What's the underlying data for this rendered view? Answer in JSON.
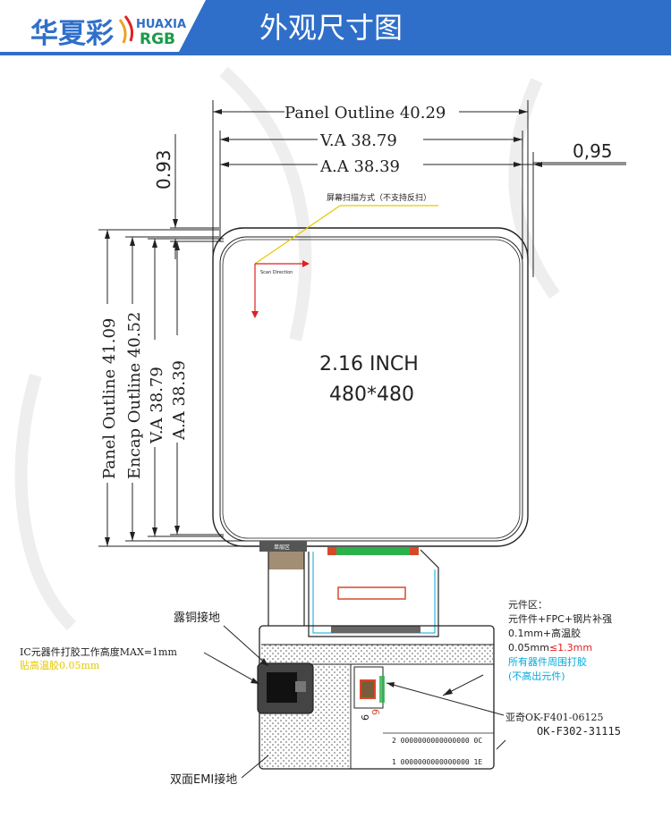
{
  "header": {
    "logo_cn": "华夏彩",
    "logo_en_top": "HUAXIA",
    "logo_en_bottom": "RGB",
    "title": "外观尺寸图",
    "brand_color": "#2f6fc9",
    "logo_green": "#1a9a48"
  },
  "dimensions": {
    "panel_outline_w": "Panel Outline 40.29",
    "va_w": "V.A 38.79",
    "aa_w": "A.A 38.39",
    "top_gap": "0.93",
    "side_gap": "0,95",
    "panel_outline_h": "Panel Outline 41.09",
    "encap_outline_h": "Encap Outline 40.52",
    "va_h": "V.A 38.79",
    "aa_h": "A.A 38.39"
  },
  "screen": {
    "size": "2.16 INCH",
    "resolution": "480*480",
    "scan_note": "屏幕扫描方式（不支持反扫）",
    "scan_direction": "Scan Direction"
  },
  "callouts": {
    "copper_ground": "露铜接地",
    "ic_note": "IC元器件打胶工作高度MAX=1mm",
    "ic_note2": "贴高温胶0.05mm",
    "component_area": "元件区：",
    "component_line1": "元件件+FPC+钢片补强",
    "component_line2": "0.1mm+高温胶",
    "component_line3a": "0.05mm",
    "component_line3b": "≤1.3mm",
    "component_line4": "所有器件周围打胶",
    "component_line5": "(不高出元件)",
    "connector1": "亚奇OK-F401-06125",
    "connector2": "OK-F302-31115",
    "emi_ground": "双面EMI接地",
    "pin2": "2 0000000000000000 0C",
    "pin1": "1 0000000000000000 1E",
    "fpc_label": "单层区",
    "small_num1": "6",
    "small_num2": "9"
  },
  "colors": {
    "line": "#222222",
    "red": "#e02020",
    "cyan": "#00aadd",
    "yellow": "#e6c800",
    "fpc_orange": "#d8492a"
  }
}
